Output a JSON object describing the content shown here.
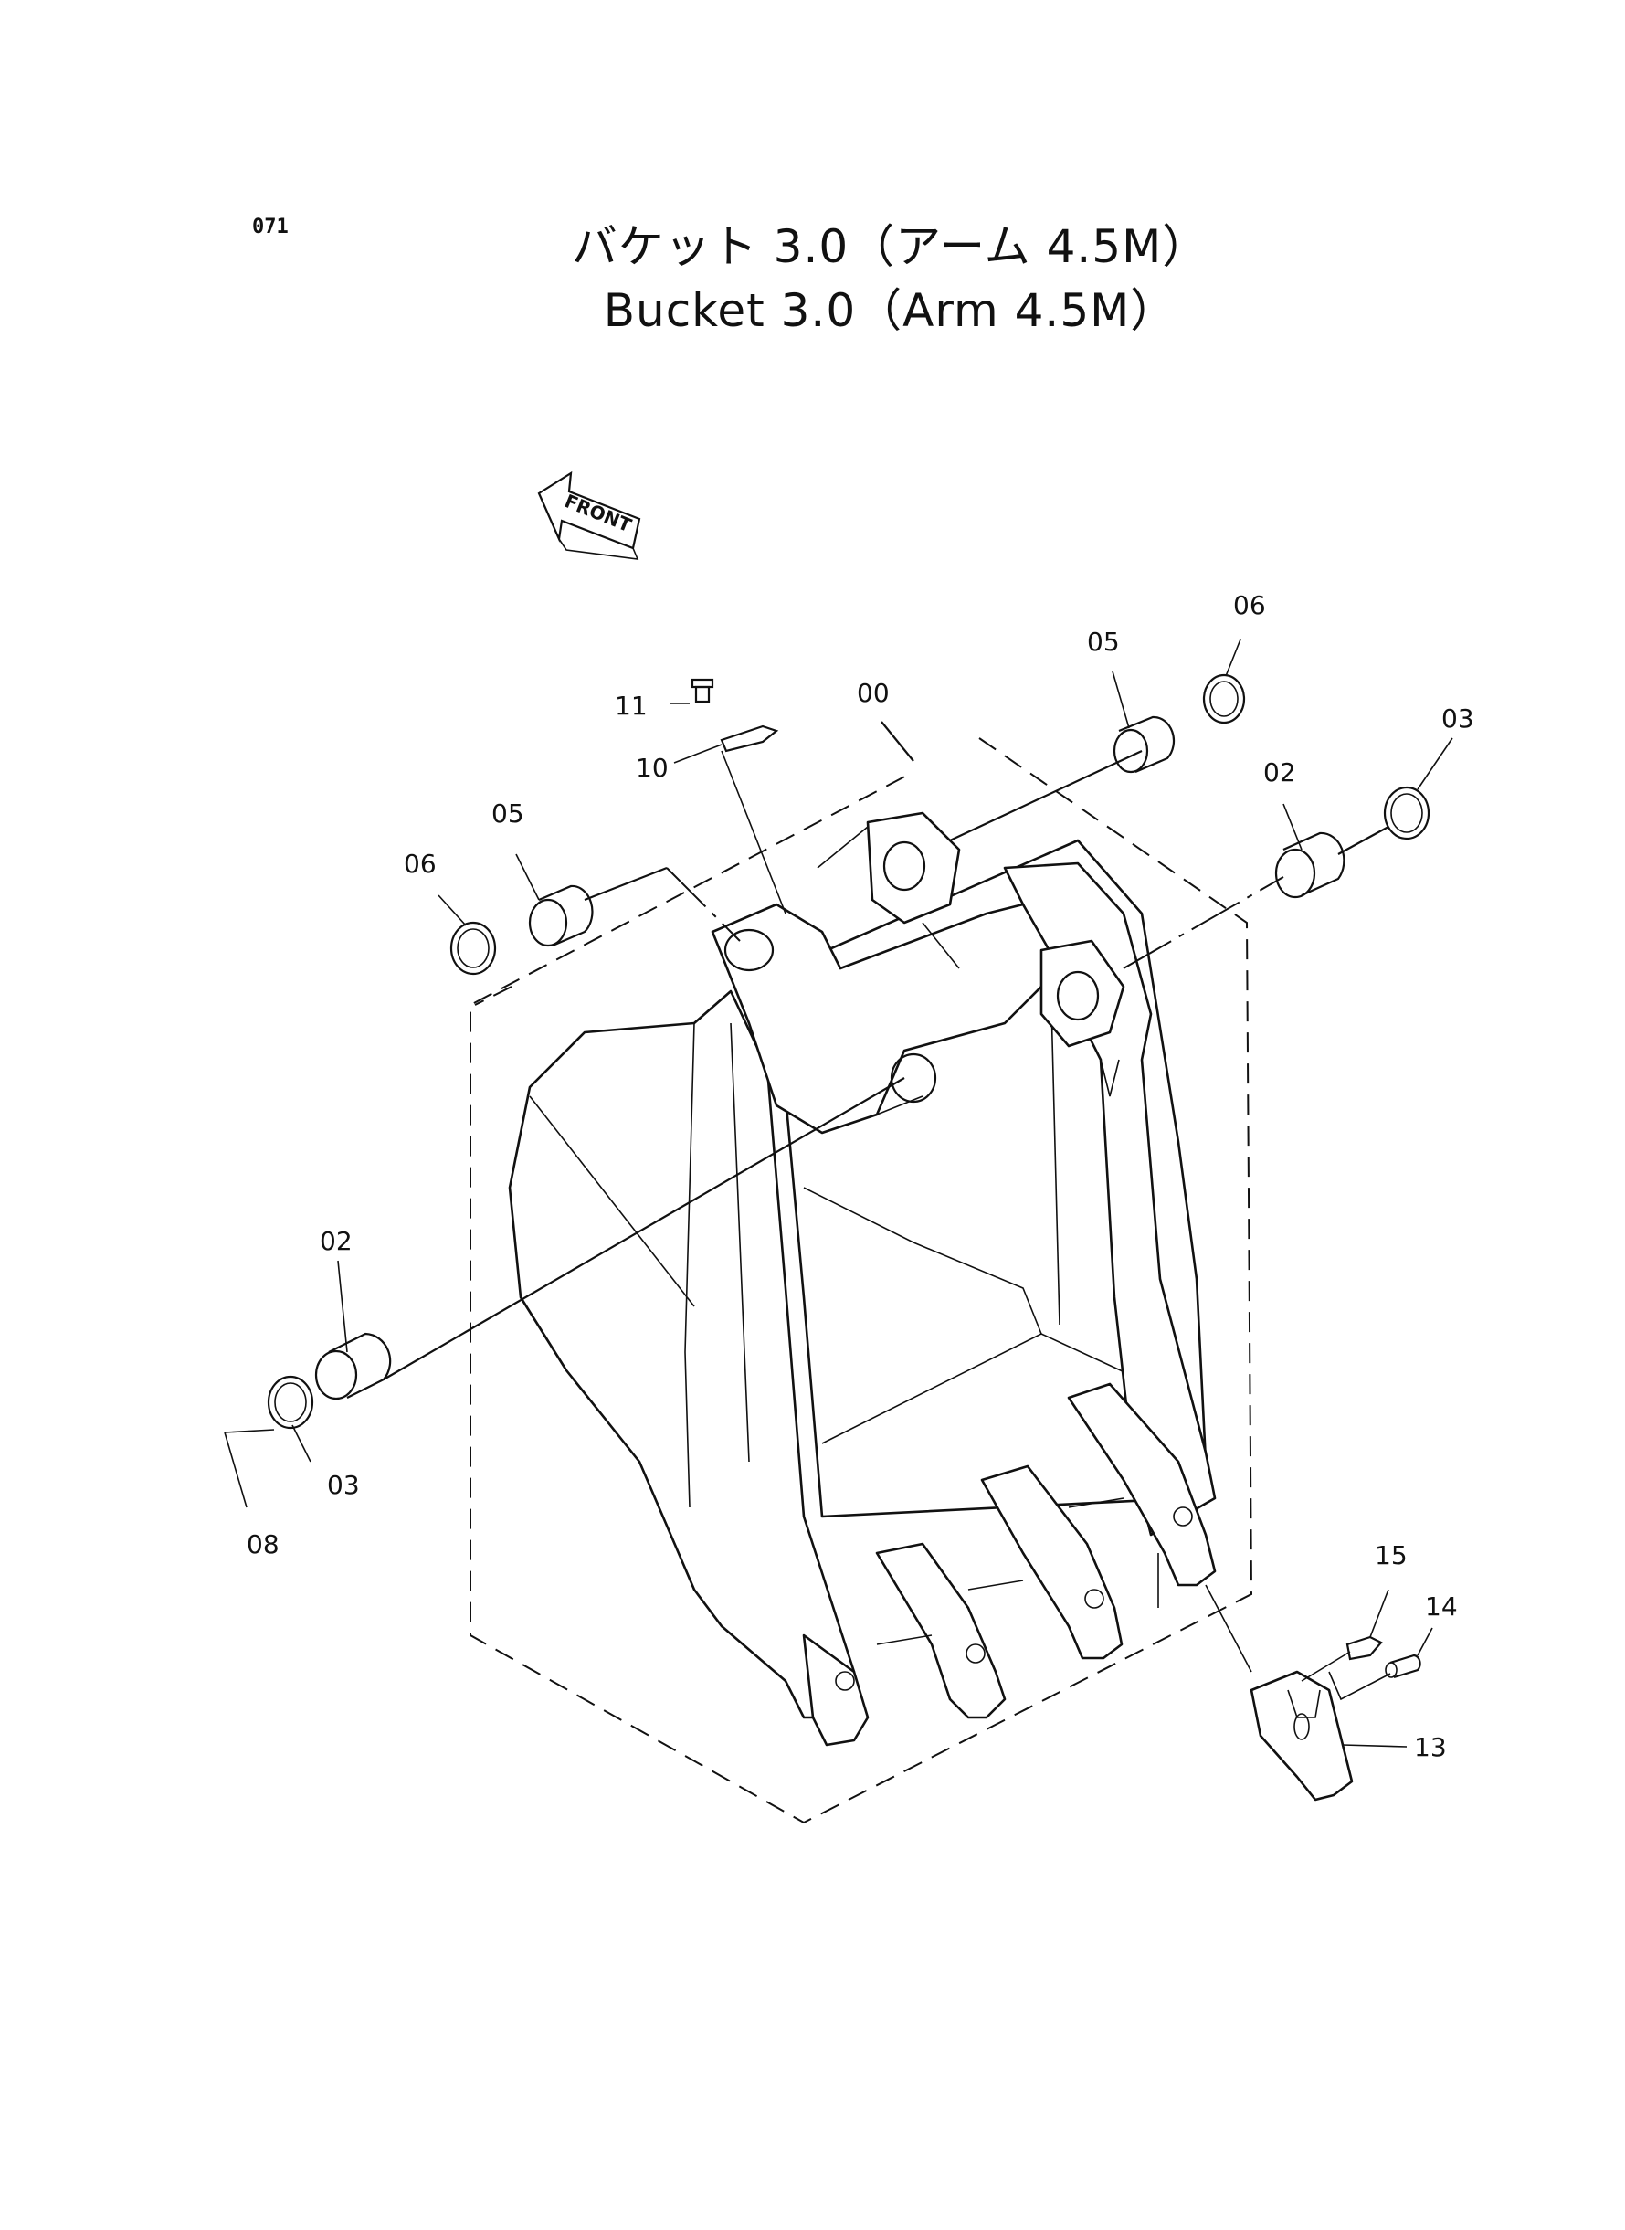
{
  "page_number": "071",
  "title_jp": "バケット 3.0（アーム 4.5M）",
  "title_en": "Bucket  3.0（Arm  4.5M）",
  "front_label": "FRONT",
  "callouts": [
    {
      "id": "c-00",
      "text": "00"
    },
    {
      "id": "c-02a",
      "text": "02"
    },
    {
      "id": "c-02b",
      "text": "02"
    },
    {
      "id": "c-03a",
      "text": "03"
    },
    {
      "id": "c-03b",
      "text": "03"
    },
    {
      "id": "c-05a",
      "text": "05"
    },
    {
      "id": "c-05b",
      "text": "05"
    },
    {
      "id": "c-06a",
      "text": "06"
    },
    {
      "id": "c-06b",
      "text": "06"
    },
    {
      "id": "c-08",
      "text": "08"
    },
    {
      "id": "c-10",
      "text": "10"
    },
    {
      "id": "c-11",
      "text": "11"
    },
    {
      "id": "c-13",
      "text": "13"
    },
    {
      "id": "c-14",
      "text": "14"
    },
    {
      "id": "c-15",
      "text": "15"
    }
  ]
}
